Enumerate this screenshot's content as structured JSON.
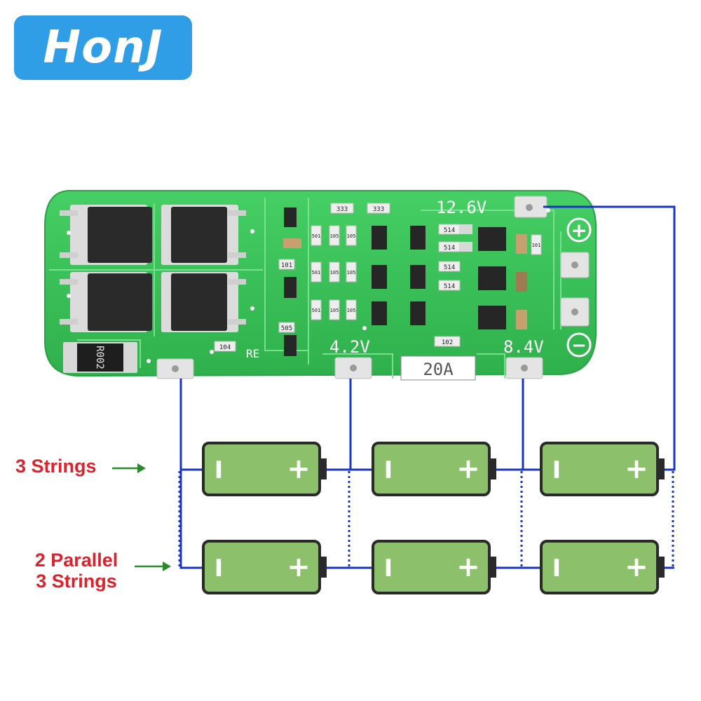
{
  "logo": {
    "text": "HonJ",
    "color": "#2f9ee6"
  },
  "board": {
    "voltage_top": "12.6V",
    "voltage_mid": "4.2V",
    "voltage_right": "8.4V",
    "current_rating": "20A",
    "shunt_marking": "R002",
    "silk_re": "RE",
    "plus_symbol": "+",
    "minus_symbol": "−",
    "smd_codes": {
      "r333a": "333",
      "r333b": "333",
      "r105a": "105",
      "r105b": "105",
      "r105c": "105",
      "r105d": "105",
      "r105e": "105",
      "r105f": "105",
      "r501": "501",
      "r502": "501",
      "r503": "501",
      "r101a": "101",
      "r101b": "101",
      "r514a": "514",
      "r514b": "514",
      "r514c": "514",
      "r514d": "514",
      "r102": "102",
      "r104": "104",
      "r505": "505"
    }
  },
  "labels": {
    "series": "3 Strings",
    "parallel_line1": "2 Parallel",
    "parallel_line2": "3 Strings"
  },
  "colors": {
    "wire": "#1a35c4",
    "battery": "#8dc06a",
    "arrow": "#2a8a2a",
    "label": "#e0202a",
    "pcb": "#3cc25a"
  },
  "battery": {
    "minus": "I",
    "plus": "+"
  }
}
